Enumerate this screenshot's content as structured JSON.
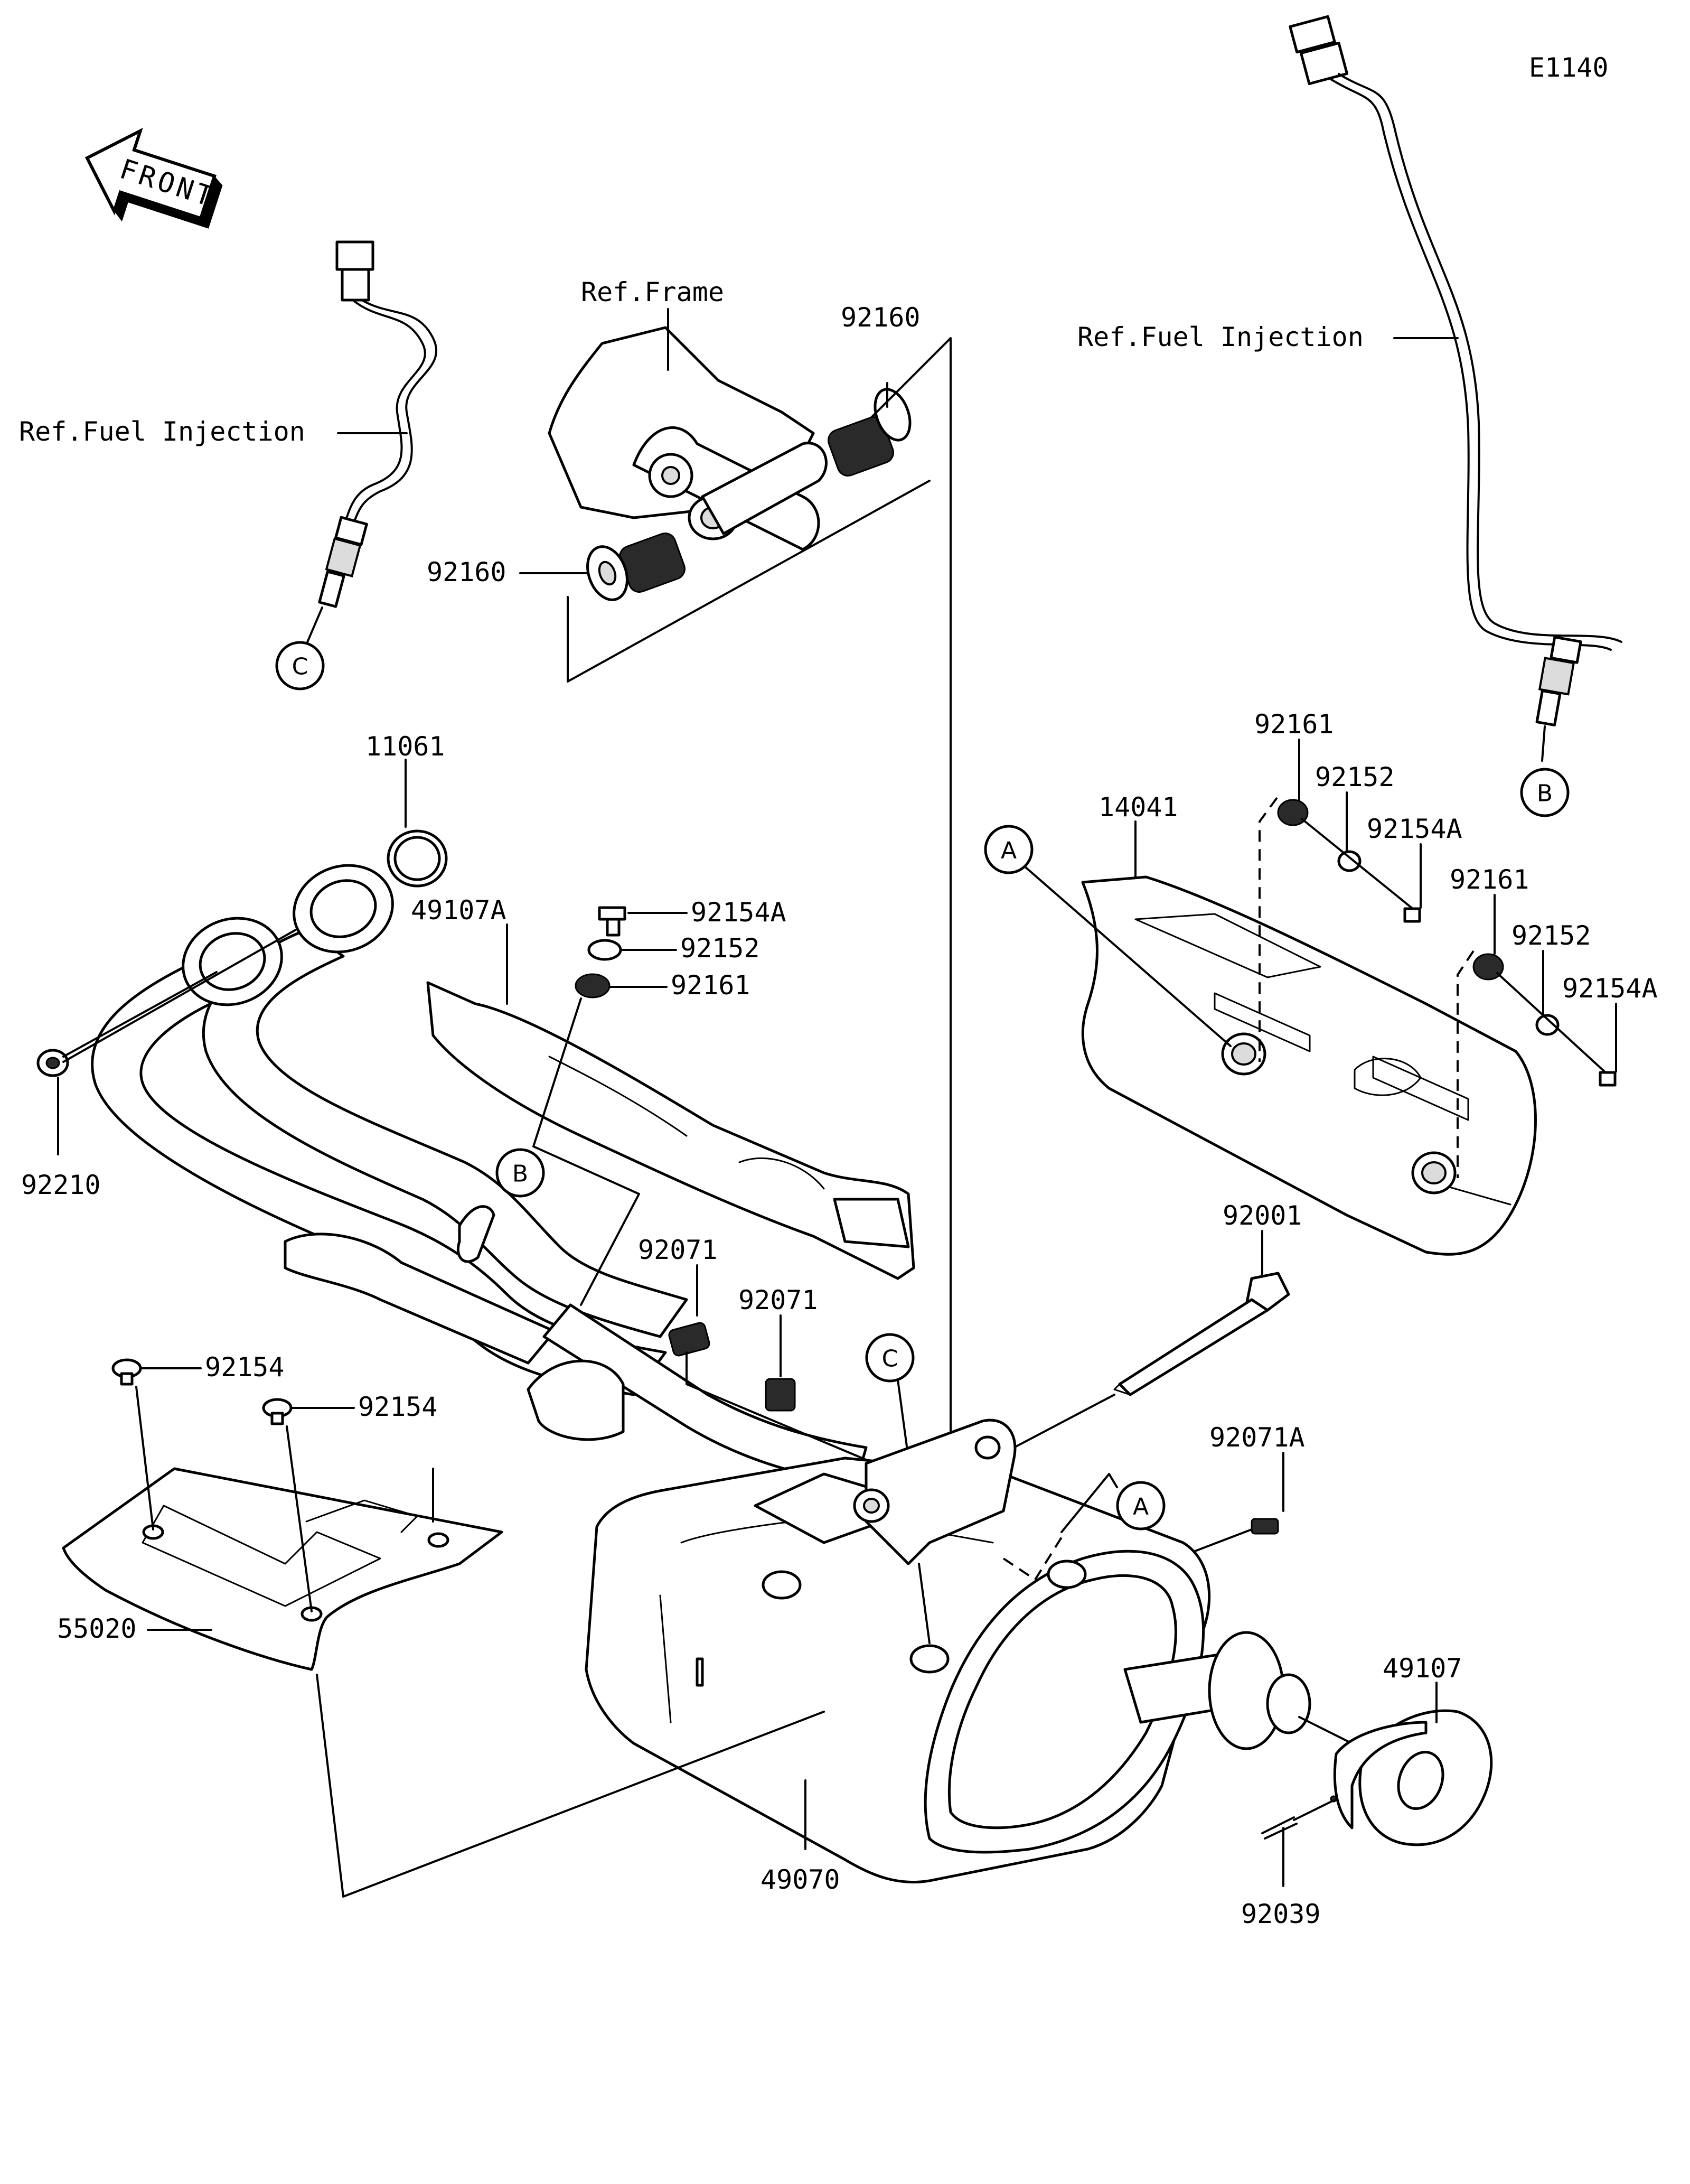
{
  "diagram_id": "E1140",
  "front_arrow": "FRONT",
  "refs": {
    "frame": "Ref.Frame",
    "fuel_injection_left": "Ref.Fuel Injection",
    "fuel_injection_right": "Ref.Fuel Injection"
  },
  "callouts": {
    "a": "A",
    "b": "B",
    "c": "C"
  },
  "parts": {
    "p92160_top": "92160",
    "p92160_left": "92160",
    "p11061": "11061",
    "p49107A": "49107A",
    "p92154A_mid": "92154A",
    "p92152_mid": "92152",
    "p92161_mid": "92161",
    "p92210": "92210",
    "p92161_r1": "92161",
    "p92152_r1": "92152",
    "p92154A_r1": "92154A",
    "p14041": "14041",
    "p92161_r2": "92161",
    "p92152_r2": "92152",
    "p92154A_r2": "92154A",
    "p92001": "92001",
    "p92071_a": "92071",
    "p92071_b": "92071",
    "p92071A": "92071A",
    "p92154_a": "92154",
    "p92154_b": "92154",
    "p55020": "55020",
    "p49070": "49070",
    "p49107": "49107",
    "p92039": "92039"
  }
}
